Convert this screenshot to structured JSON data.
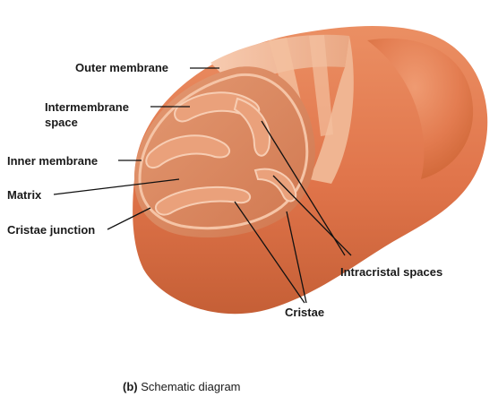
{
  "labels": {
    "outer_membrane": "Outer membrane",
    "intermembrane_space_line1": "Intermembrane",
    "intermembrane_space_line2": "space",
    "inner_membrane": "Inner membrane",
    "matrix": "Matrix",
    "cristae_junction": "Cristae junction",
    "intracristal_spaces": "Intracristal spaces",
    "cristae": "Cristae"
  },
  "caption": {
    "part": "(b)",
    "text": "Schematic diagram"
  },
  "colors": {
    "outer_body": "#e27a4e",
    "outer_highlight": "#f2a27a",
    "outer_shadow": "#b9532a",
    "cut_face": "#d98660",
    "inner_wall": "#f6c3a3",
    "matrix": "#dd8a62",
    "cristae_fold": "#eaa17b"
  }
}
